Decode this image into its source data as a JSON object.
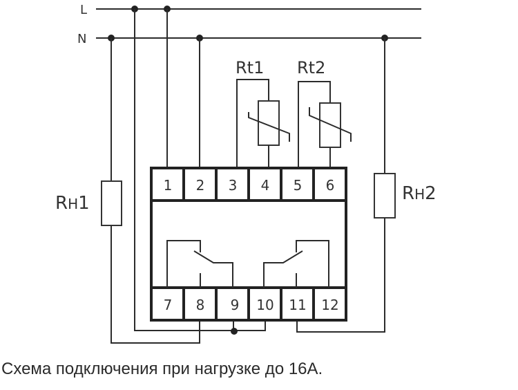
{
  "diagram": {
    "lines": {
      "L": "L",
      "N": "N"
    },
    "thermistors": [
      {
        "label": "Rt1"
      },
      {
        "label": "Rt2"
      }
    ],
    "loads": [
      {
        "label_main": "R",
        "label_sub": "H",
        "label_num": "1"
      },
      {
        "label_main": "R",
        "label_sub": "H",
        "label_num": "2"
      }
    ],
    "terminals_top": [
      "1",
      "2",
      "3",
      "4",
      "5",
      "6"
    ],
    "terminals_bottom": [
      "7",
      "8",
      "9",
      "10",
      "11",
      "12"
    ]
  },
  "caption": "Схема подключения при нагрузке до 16А."
}
